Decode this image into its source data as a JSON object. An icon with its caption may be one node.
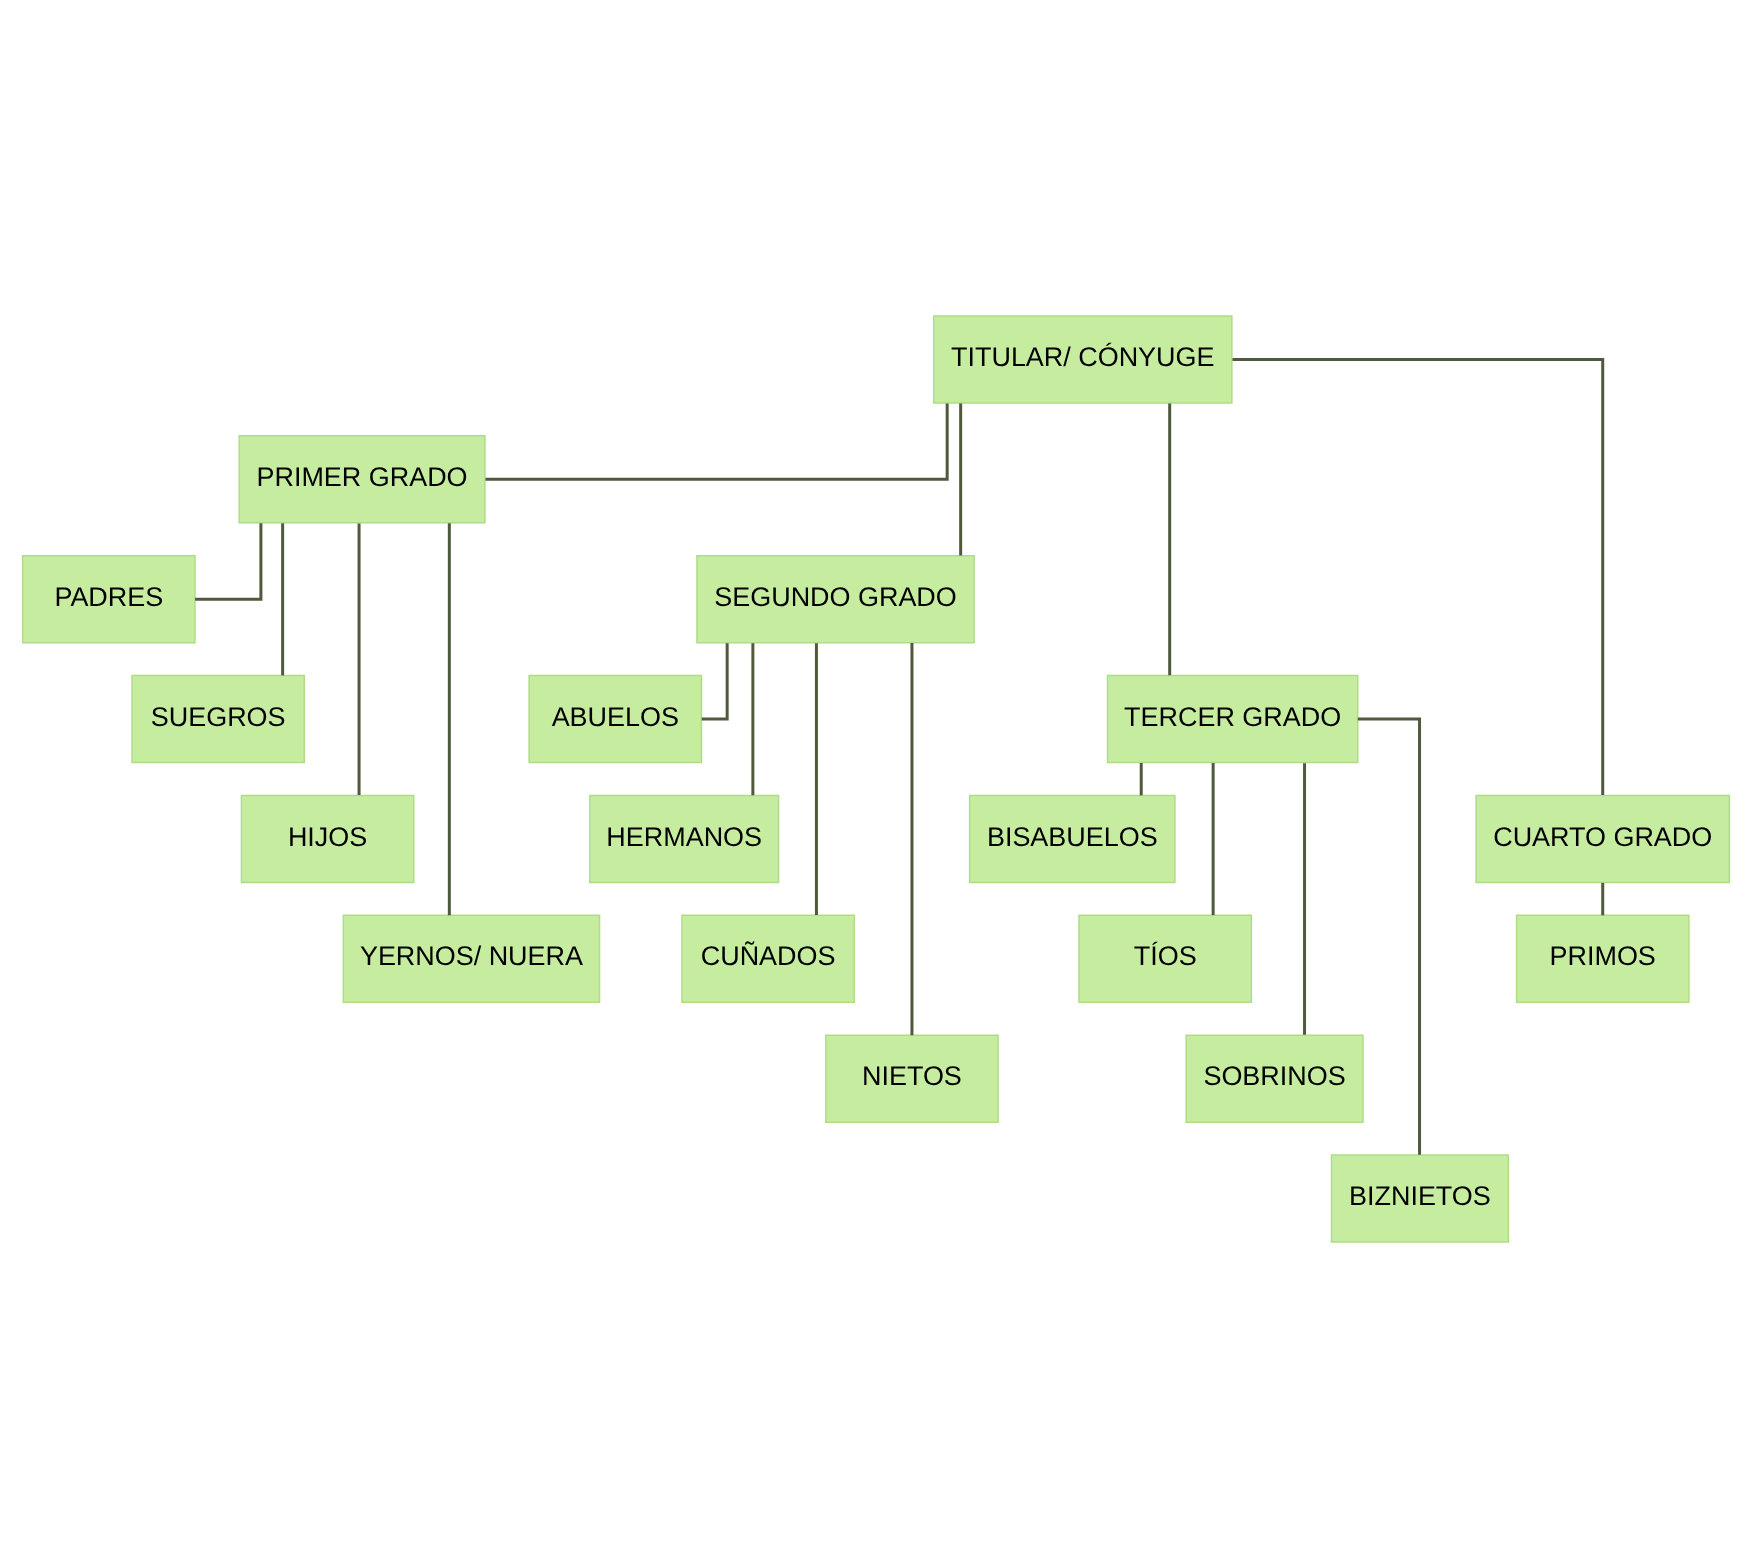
{
  "diagram": {
    "nodes": [
      {
        "text": [
          "TITULAR/ CÓNYUGE"
        ]
      },
      {
        "text": [
          "PRIMER GRADO"
        ]
      },
      {
        "text": [
          "SEGUNDO GRADO"
        ]
      },
      {
        "text": [
          "TERCER GRADO"
        ]
      },
      {
        "text": [
          "CUARTO GRADO"
        ]
      },
      {
        "text": [
          "PADRES"
        ]
      },
      {
        "text": [
          "SUEGROS"
        ]
      },
      {
        "text": [
          "HIJOS"
        ]
      },
      {
        "text": [
          "YERNOS/ NUERA"
        ]
      },
      {
        "text": [
          "ABUELOS"
        ]
      },
      {
        "text": [
          "HERMANOS"
        ]
      },
      {
        "text": [
          "CUÑADOS"
        ]
      },
      {
        "text": [
          "NIETOS"
        ]
      },
      {
        "text": [
          "BISABUELOS"
        ]
      },
      {
        "text": [
          "TÍOS"
        ]
      },
      {
        "text": [
          "SOBRINOS"
        ]
      },
      {
        "text": [
          "BIZNIETOS"
        ]
      },
      {
        "text": [
          "PRIMOS"
        ]
      }
    ],
    "edges": [
      {
        "from": 0,
        "to": 1,
        "arrow": "none"
      },
      {
        "from": 0,
        "to": 2,
        "arrow": "none"
      },
      {
        "from": 0,
        "to": 3,
        "arrow": "none"
      },
      {
        "from": 0,
        "to": 4,
        "arrow": "none"
      },
      {
        "from": 1,
        "to": 5,
        "arrow": "none"
      },
      {
        "from": 1,
        "to": 6,
        "arrow": "none"
      },
      {
        "from": 1,
        "to": 7,
        "arrow": "none"
      },
      {
        "from": 1,
        "to": 8,
        "arrow": "none"
      },
      {
        "from": 2,
        "to": 9,
        "arrow": "none"
      },
      {
        "from": 2,
        "to": 10,
        "arrow": "none"
      },
      {
        "from": 2,
        "to": 11,
        "arrow": "none"
      },
      {
        "from": 2,
        "to": 12,
        "arrow": "none"
      },
      {
        "from": 3,
        "to": 13,
        "arrow": "none"
      },
      {
        "from": 3,
        "to": 14,
        "arrow": "none"
      },
      {
        "from": 3,
        "to": 15,
        "arrow": "none"
      },
      {
        "from": 3,
        "to": 16,
        "arrow": "none"
      },
      {
        "from": 4,
        "to": 17,
        "arrow": "none"
      }
    ]
  }
}
